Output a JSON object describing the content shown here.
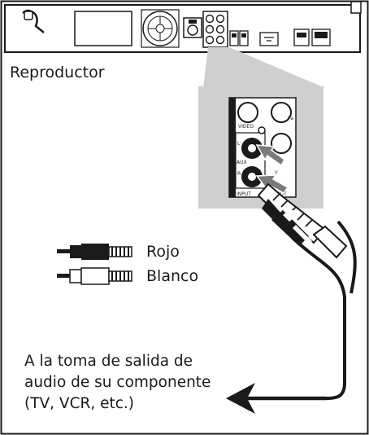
{
  "player_label": "Reproductor",
  "legend": {
    "red": "Rojo",
    "white": "Blanco"
  },
  "destination": {
    "line1": "A la toma de salida de",
    "line2": "audio de su componente",
    "line3": "(TV, VCR, etc.)"
  },
  "jack_panel": {
    "video": "VIDEO",
    "aux": "AUX",
    "left": "L",
    "right": "R",
    "input": "INPUT",
    "pa": "Pa",
    "y": "Y",
    "out": "OUT"
  },
  "colors": {
    "panel_grey": "#cfcfcf",
    "frame": "#1a1a1a"
  },
  "icons": [
    "fan-icon",
    "power-cord-icon",
    "arrow-icon",
    "rca-plug-icon"
  ]
}
